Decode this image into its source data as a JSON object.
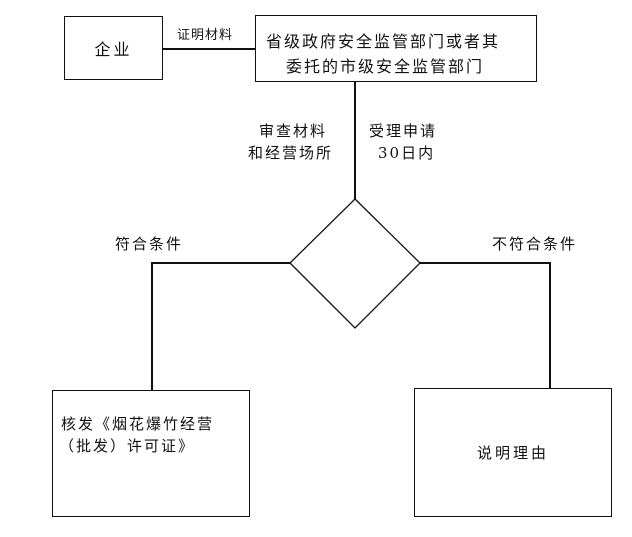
{
  "nodes": {
    "enterprise": "企业",
    "authority_line1": "省级政府安全监管部门或者其",
    "authority_line2": "委托的市级安全监管部门",
    "issue_line1": "核发《烟花爆竹经营",
    "issue_line2": "（批发）许可证》",
    "explain": "说明理由"
  },
  "edges": {
    "submit": "证明材料",
    "review_line1": "审查材料",
    "review_line2": "和经营场所",
    "accept_line1": "受理申请",
    "accept_line2": "30日内",
    "qualified": "符合条件",
    "not_qualified": "不符合条件"
  }
}
